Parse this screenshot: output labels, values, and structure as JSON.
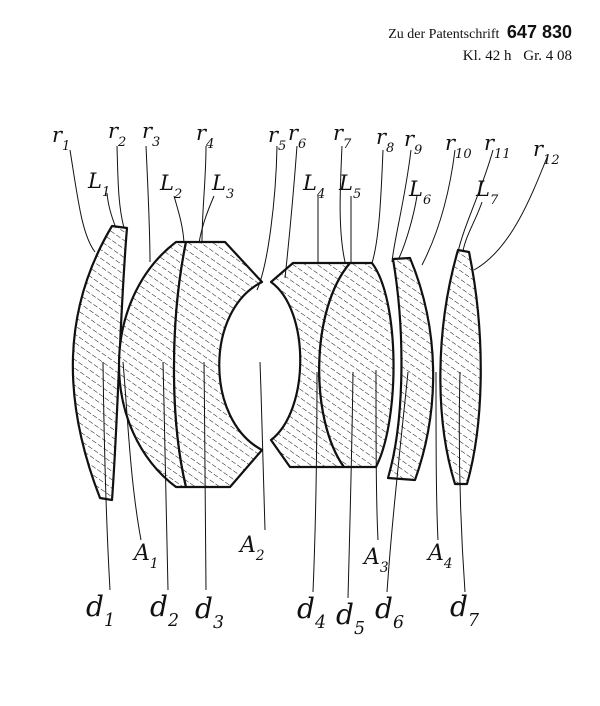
{
  "header": {
    "caption": "Zu der Patentschrift",
    "patent_number": "647 830",
    "class": "Kl. 42 h",
    "group": "Gr. 4 08"
  },
  "radius_labels": [
    "r1",
    "r2",
    "r3",
    "r4",
    "r5",
    "r6",
    "r7",
    "r8",
    "r9",
    "r10",
    "r11",
    "r12"
  ],
  "lens_labels": [
    "L1",
    "L2",
    "L3",
    "L4",
    "L5",
    "L6",
    "L7"
  ],
  "air_gap_labels": [
    "A1",
    "A2",
    "A3",
    "A4"
  ],
  "thickness_labels": [
    "d1",
    "d2",
    "d3",
    "d4",
    "d5",
    "d6",
    "d7"
  ],
  "colors": {
    "ink": "#111111",
    "paper": "#ffffff"
  }
}
